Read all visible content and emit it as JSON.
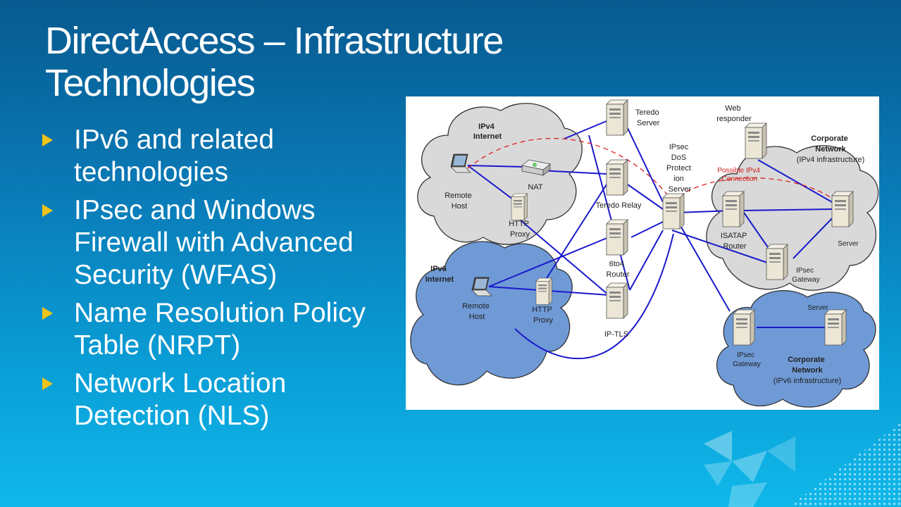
{
  "slide": {
    "title_lines": [
      "DirectAccess – Infrastructure",
      "Technologies"
    ],
    "bullets": [
      [
        "IPv6 and related",
        "technologies"
      ],
      [
        "IPsec and Windows",
        "Firewall with Advanced",
        "Security (WFAS)"
      ],
      [
        "Name Resolution Policy",
        "Table (NRPT)"
      ],
      [
        "Network Location",
        "Detection (NLS)"
      ]
    ]
  },
  "diagram": {
    "clouds": {
      "ipv4_internet": [
        "IPv4",
        "Internet"
      ],
      "ipv6_internet": [
        "IPv6",
        "Internet"
      ],
      "corp_ipv4": [
        "Corporate",
        "Network",
        "(IPv4 infrastructure)"
      ],
      "corp_ipv6": [
        "Corporate",
        "Network",
        "(IPv6 infrastructure)"
      ]
    },
    "nodes": {
      "remote_host_v4": [
        "Remote",
        "Host"
      ],
      "nat": [
        "NAT"
      ],
      "http_proxy_v4": [
        "HTTP",
        "Proxy"
      ],
      "remote_host_v6": [
        "Remote",
        "Host"
      ],
      "http_proxy_v6": [
        "HTTP",
        "Proxy"
      ],
      "teredo_server": [
        "Teredo",
        "Server"
      ],
      "teredo_relay": [
        "Teredo Relay"
      ],
      "sixto4_router": [
        "6to4",
        "Router"
      ],
      "ip_tls": [
        "IP-TLS"
      ],
      "ipsec_dos": [
        "IPsec",
        "DoS",
        "Protect",
        "ion",
        "Server"
      ],
      "web_responder": [
        "Web",
        "responder"
      ],
      "isatap_router": [
        "ISATAP",
        "Router"
      ],
      "server_v4": [
        "Server"
      ],
      "ipsec_gateway_v4": [
        "IPsec",
        "Gateway"
      ],
      "server_v6": [
        "Server"
      ],
      "ipsec_gateway_v6": [
        "IPsec",
        "Gateway"
      ]
    },
    "possible_connection": [
      "Possible IPv4",
      "Connection"
    ],
    "colors": {
      "link": "#1a1acc",
      "ipv4_cloud": "#d9d9d9",
      "ipv6_cloud": "#6f9ad6",
      "dashed": "#e02020",
      "arrow": "#f2c318"
    }
  }
}
